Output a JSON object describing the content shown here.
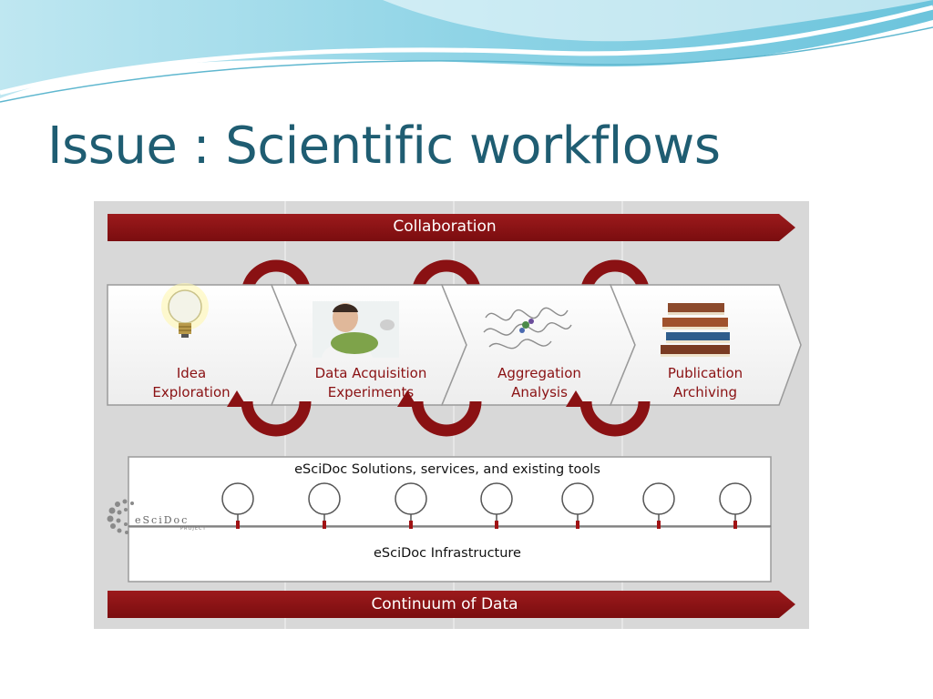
{
  "slide": {
    "title": "Issue : Scientific workflows"
  },
  "diagram": {
    "top_band": "Collaboration",
    "bottom_band": "Continuum of Data",
    "stages": [
      {
        "line1": "Idea",
        "line2": "Exploration",
        "icon": "lightbulb-icon"
      },
      {
        "line1": "Data Acquisition",
        "line2": "Experiments",
        "icon": "scientist-icon"
      },
      {
        "line1": "Aggregation",
        "line2": "Analysis",
        "icon": "molecule-icon"
      },
      {
        "line1": "Publication",
        "line2": "Archiving",
        "icon": "books-icon"
      }
    ],
    "solutions_box": "eSciDoc Solutions, services, and existing tools",
    "infrastructure_box": "eSciDoc Infrastructure",
    "logo": {
      "name": "eSciDoc",
      "subtitle": "PROJECT"
    }
  },
  "colors": {
    "title": "#1f5d72",
    "band": "#8a1113",
    "panel": "#d9d9d9",
    "wave": "#8ed3e4"
  }
}
